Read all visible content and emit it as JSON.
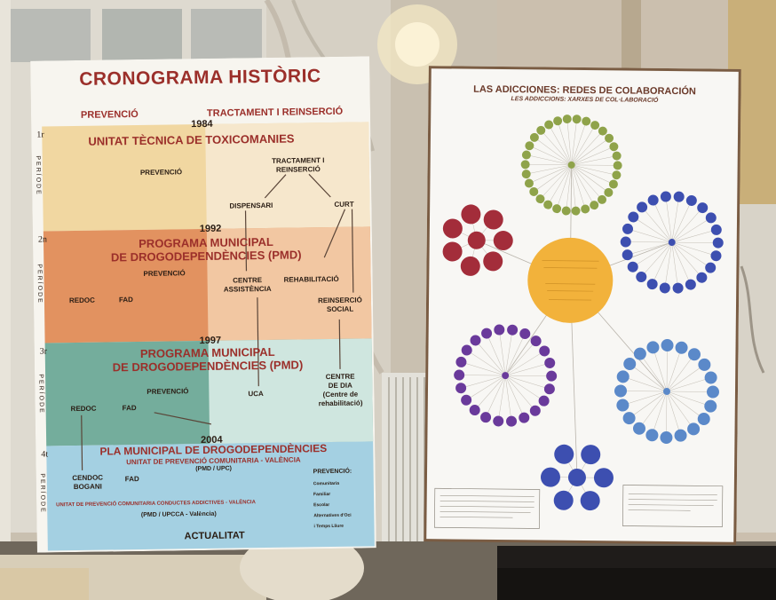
{
  "left_poster": {
    "title": "CRONOGRAMA HISTÒRIC",
    "header_left": "PREVENCIÓ",
    "header_right": "TRACTAMENT I REINSERCIÓ",
    "periods": [
      {
        "number": "1r",
        "label": "PERÍODE",
        "year": "1984",
        "heading": "UNITAT TÈCNICA DE TOXICOMANIES"
      },
      {
        "number": "2n",
        "label": "PERÍODE",
        "year": "1992",
        "heading_line1": "PROGRAMA MUNICIPAL",
        "heading_line2": "DE DROGODEPENDÈNCIES (PMD)"
      },
      {
        "number": "3r",
        "label": "PERÍODE",
        "year": "1997",
        "heading_line1": "PROGRAMA MUNICIPAL",
        "heading_line2": "DE DROGODEPENDÈNCIES (PMD)"
      },
      {
        "number": "4t",
        "label": "PERÍODE",
        "year": "2004",
        "heading": "PLA MUNICIPAL DE DROGODEPENDÈNCIES"
      }
    ],
    "p1": {
      "prevencio": "PREVENCIÓ",
      "tractament_l1": "TRACTAMENT I",
      "tractament_l2": "REINSERCIÓ",
      "dispensari": "DISPENSARI",
      "curt": "CURT"
    },
    "p2": {
      "prevencio": "PREVENCIÓ",
      "redoc": "REDOC",
      "fad": "FAD",
      "centre_l1": "CENTRE",
      "centre_l2": "ASSISTÈNCIA",
      "rehab": "REHABILITACIÓ",
      "reins_l1": "REINSERCIÓ",
      "reins_l2": "SOCIAL"
    },
    "p3": {
      "prevencio": "PREVENCIÓ",
      "redoc": "REDOC",
      "fad": "FAD",
      "uca": "UCA",
      "dia_l1": "CENTRE",
      "dia_l2": "DE DIA",
      "dia_l3": "(Centre de",
      "dia_l4": "rehabilitació)"
    },
    "p4": {
      "unit_upc": "UNITAT DE PREVENCIÓ COMUNITARIA - VALÈNCIA",
      "upc_abbr": "(PMD / UPC)",
      "cendoc_l1": "CENDOC",
      "cendoc_l2": "BOGANI",
      "fad": "FAD",
      "upcca": "UNITAT DE PREVENCIÓ COMUNITARIA CONDUCTES ADDICTIVES - VALÈNCIA",
      "upcca_abbr": "(PMD / UPCCA - València)",
      "prev_title": "PREVENCIÓ:",
      "prev_items": [
        "Comunitaria",
        "Familiar",
        "Escolar",
        "Alternatives d'Oci",
        "i Temps Lliure"
      ]
    },
    "footer": "ACTUALITAT"
  },
  "right_poster": {
    "title": "LAS ADICCIONES: REDES DE COLABORACIÓN",
    "subtitle": "LES ADDICCIONS: XARXES DE COL·LABORACIÓ"
  },
  "colors": {
    "poster_bg": "#f7f5ef",
    "title_red": "#9b2f2a",
    "period1": "#f2d49a",
    "period2": "#dd8a50",
    "period3": "#79b5a4",
    "period4": "#9ecde0",
    "network_green": "#8fa34a",
    "network_blue": "#3d4fb0",
    "network_purple": "#6a3a9b",
    "network_red": "#a32d3a",
    "network_center": "#f2b23b",
    "network_light_blue": "#5b89c9"
  }
}
